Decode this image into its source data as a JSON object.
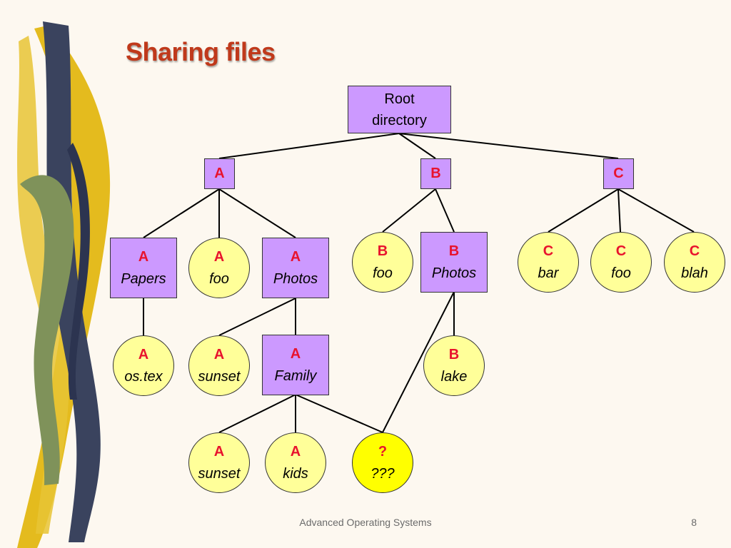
{
  "slide": {
    "title": "Sharing files",
    "footer": "Advanced Operating Systems",
    "page_number": "8"
  },
  "diagram": {
    "root": {
      "line1": "Root",
      "line2": "directory"
    },
    "nodes": [
      {
        "id": "dir-a",
        "owner": "A",
        "name": ""
      },
      {
        "id": "dir-b",
        "owner": "B",
        "name": ""
      },
      {
        "id": "dir-c",
        "owner": "C",
        "name": ""
      },
      {
        "id": "a-papers",
        "owner": "A",
        "name": "Papers"
      },
      {
        "id": "a-foo",
        "owner": "A",
        "name": "foo"
      },
      {
        "id": "a-photos",
        "owner": "A",
        "name": "Photos"
      },
      {
        "id": "b-foo",
        "owner": "B",
        "name": "foo"
      },
      {
        "id": "b-photos",
        "owner": "B",
        "name": "Photos"
      },
      {
        "id": "c-bar",
        "owner": "C",
        "name": "bar"
      },
      {
        "id": "c-foo",
        "owner": "C",
        "name": "foo"
      },
      {
        "id": "c-blah",
        "owner": "C",
        "name": "blah"
      },
      {
        "id": "a-ostex",
        "owner": "A",
        "name": "os.tex"
      },
      {
        "id": "a-sunset-1",
        "owner": "A",
        "name": "sunset"
      },
      {
        "id": "a-family",
        "owner": "A",
        "name": "Family"
      },
      {
        "id": "b-lake",
        "owner": "B",
        "name": "lake"
      },
      {
        "id": "a-sunset-2",
        "owner": "A",
        "name": "sunset"
      },
      {
        "id": "a-kids",
        "owner": "A",
        "name": "kids"
      },
      {
        "id": "unknown",
        "owner": "?",
        "name": "???"
      }
    ],
    "edges": [
      [
        "root",
        "dir-a"
      ],
      [
        "root",
        "dir-b"
      ],
      [
        "root",
        "dir-c"
      ],
      [
        "dir-a",
        "a-papers"
      ],
      [
        "dir-a",
        "a-foo"
      ],
      [
        "dir-a",
        "a-photos"
      ],
      [
        "dir-b",
        "b-foo"
      ],
      [
        "dir-b",
        "b-photos"
      ],
      [
        "dir-c",
        "c-bar"
      ],
      [
        "dir-c",
        "c-foo"
      ],
      [
        "dir-c",
        "c-blah"
      ],
      [
        "a-papers",
        "a-ostex"
      ],
      [
        "a-photos",
        "a-sunset-1"
      ],
      [
        "a-photos",
        "a-family"
      ],
      [
        "b-photos",
        "b-lake"
      ],
      [
        "b-photos",
        "unknown"
      ],
      [
        "a-family",
        "a-sunset-2"
      ],
      [
        "a-family",
        "a-kids"
      ],
      [
        "a-family",
        "unknown"
      ]
    ],
    "colors": {
      "directory_fill": "#cc99ff",
      "file_fill": "#ffff99",
      "highlight_fill": "#ffff00",
      "owner_text": "#e8132d",
      "title_text": "#c0391b"
    }
  }
}
